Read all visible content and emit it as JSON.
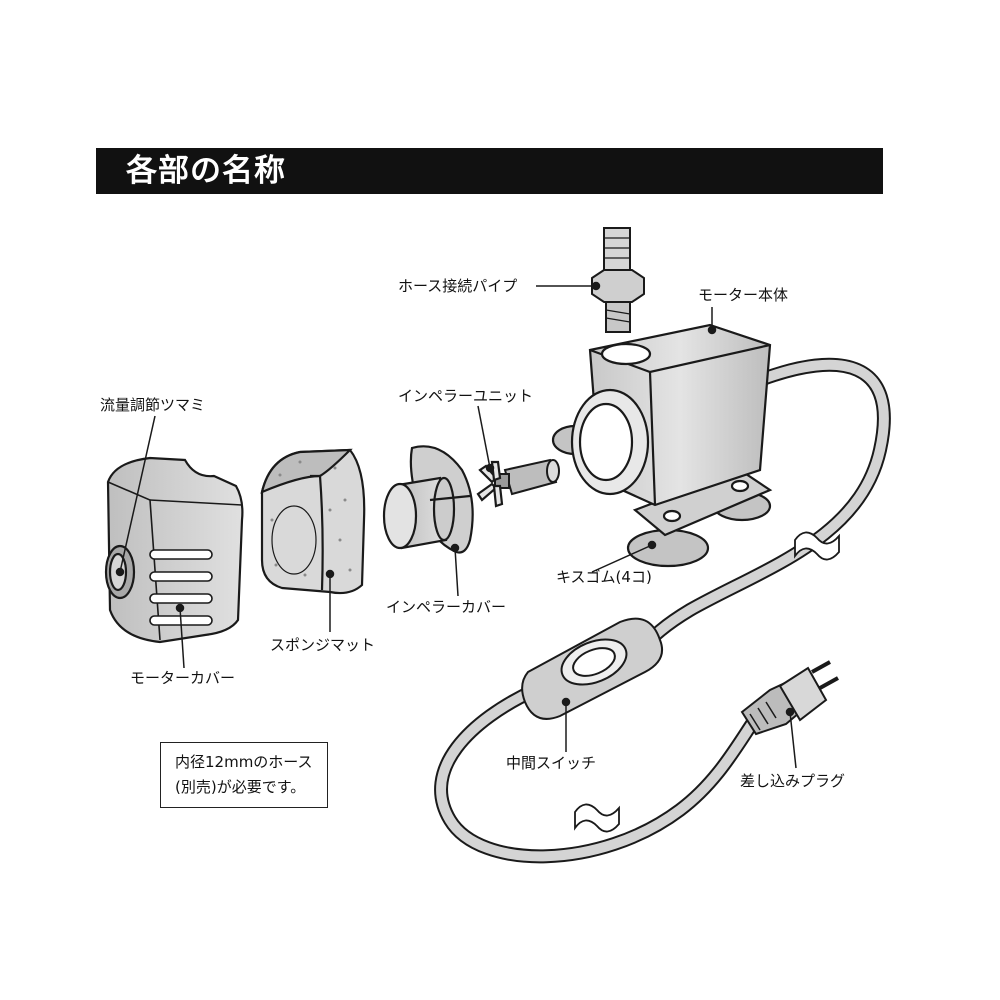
{
  "title": "各部の名称",
  "labels": {
    "hose_pipe": "ホース接続パイプ",
    "motor_body": "モーター本体",
    "flow_knob": "流量調節ツマミ",
    "impeller_unit": "インペラーユニット",
    "suction_cup": "キスゴム(4コ)",
    "impeller_cover": "インペラーカバー",
    "sponge_mat": "スポンジマット",
    "motor_cover": "モーターカバー",
    "switch": "中間スイッチ",
    "plug": "差し込みプラグ"
  },
  "note": {
    "line1": "内径12mmのホース",
    "line2": "(別売)が必要です。"
  },
  "colors": {
    "title_bg": "#111111",
    "part_fill": "#d9d9d9",
    "part_dark": "#9a9a9a",
    "outline": "#1a1a1a"
  }
}
